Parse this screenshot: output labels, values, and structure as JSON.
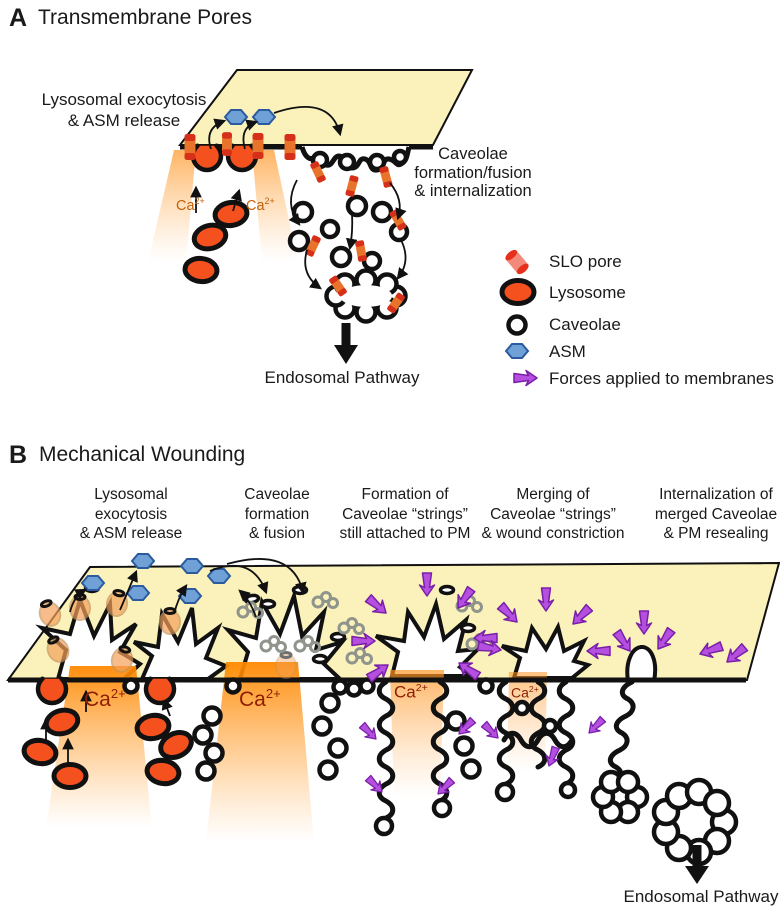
{
  "panel_a": {
    "tag": "A",
    "title": "Transmembrane Pores",
    "exocytosis_label": {
      "lines": [
        "Lysosomal exocytosis",
        "& ASM release"
      ]
    },
    "caveolae_label": {
      "lines": [
        "Caveolae",
        "formation/fusion",
        "& internalization"
      ]
    },
    "endosomal_label": "Endosomal Pathway"
  },
  "panel_b": {
    "tag": "B",
    "title": "Mechanical Wounding",
    "stage_labels": [
      {
        "lines": [
          "Lysosomal",
          "exocytosis",
          "& ASM release"
        ]
      },
      {
        "lines": [
          "Caveolae",
          "formation",
          "& fusion"
        ]
      },
      {
        "lines": [
          "Formation of",
          "Caveolae “strings”",
          "still attached to PM"
        ]
      },
      {
        "lines": [
          "Merging of",
          "Caveolae “strings”",
          "& wound constriction"
        ]
      },
      {
        "lines": [
          "Internalization of",
          "merged Caveolae",
          "& PM resealing"
        ]
      }
    ],
    "endosomal_label": "Endosomal Pathway"
  },
  "calcium": {
    "base": "Ca",
    "sup": "2+"
  },
  "legend": {
    "items": [
      {
        "icon": "slo-pore-icon",
        "label": "SLO pore"
      },
      {
        "icon": "lysosome-icon",
        "label": "Lysosome"
      },
      {
        "icon": "caveolae-icon",
        "label": "Caveolae"
      },
      {
        "icon": "asm-icon",
        "label": "ASM"
      },
      {
        "icon": "force-arrow-icon",
        "label": "Forces applied to membranes"
      }
    ]
  },
  "colors": {
    "membrane_yellow": "#FAF2BA",
    "lysosome_orange": "#F4511E",
    "asm_blue": "#6FA0D6",
    "force_purple": "#B44FE0",
    "pore_body_orange": "#E8742C",
    "pore_cap_red": "#D6301A",
    "calcium_gradient_orange": "#FF8800",
    "ca_label_a": "#C2600A",
    "ca_label_b": "#8E1E00"
  }
}
